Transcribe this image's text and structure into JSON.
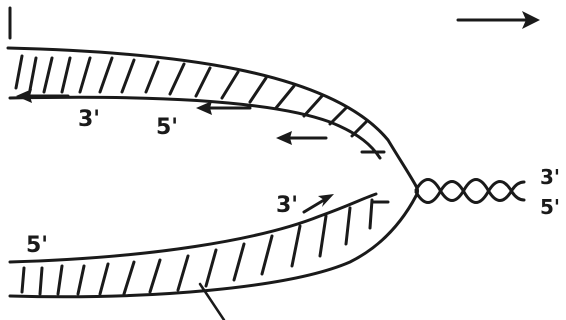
{
  "labels": {
    "upper_left_3prime": "3'",
    "upper_left_5prime": "5'",
    "lower_3prime": "3'",
    "lower_5prime": "5'",
    "right_3prime": "3'",
    "right_5prime": "5'"
  },
  "colors": {
    "ink": "#1a1a1a",
    "background": "#ffffff"
  },
  "icons": {
    "direction_arrow": "right-arrow-icon",
    "strand_arrows": "left-arrow-icon"
  }
}
